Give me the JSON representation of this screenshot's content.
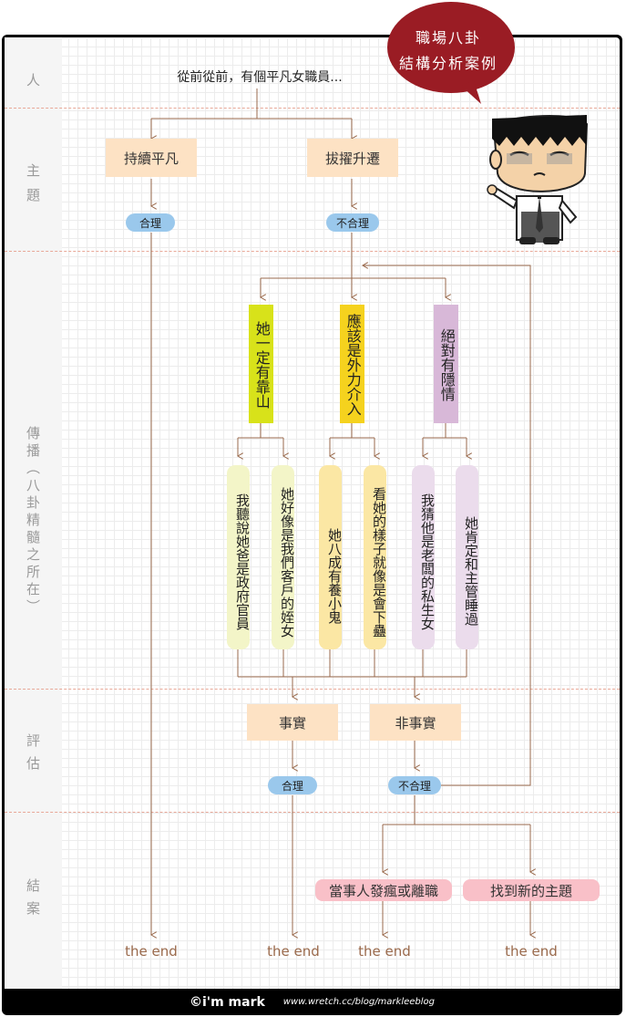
{
  "bubble": {
    "line1": "職場八卦",
    "line2": "結構分析案例"
  },
  "sections": {
    "person": "人",
    "topic": [
      "主",
      "題"
    ],
    "spread": [
      "傳",
      "播",
      "︵",
      "八",
      "卦",
      "精",
      "髓",
      "之",
      "所",
      "在",
      "︶"
    ],
    "evaluate": [
      "評",
      "估"
    ],
    "conclude": [
      "結",
      "案"
    ]
  },
  "intro": "從前從前，有個平凡女職員...",
  "topics": {
    "left": "持續平凡",
    "right": "拔擢升遷"
  },
  "verdicts": {
    "reasonable": "合理",
    "unreasonable": "不合理"
  },
  "hypotheses": [
    "她一定有靠山",
    "應該是外力介入",
    "絕對有隱情"
  ],
  "rumors": [
    "我聽說她爸是政府官員",
    "她好像是我們客戶的姪女",
    "她八成有養小鬼",
    "看她的樣子就像是會下蠱",
    "我猜他是老闆的私生女",
    "她肯定和主管睡過"
  ],
  "evaluation": {
    "fact": "事實",
    "nonfact": "非事實"
  },
  "endings": {
    "left": "當事人發瘋或離職",
    "right": "找到新的主題"
  },
  "the_end": "the end",
  "footer": {
    "logo": "©i'm mark",
    "url": "www.wretch.cc/blog/markleeblog"
  },
  "colors": {
    "peach": "#fde2c4",
    "blue_pill": "#9ac8ec",
    "lime": "#d8e21a",
    "gold": "#f5d21e",
    "lilac": "#d8b8d8",
    "pale_yellow": "#f3f5c8",
    "pale_gold": "#fbe7a4",
    "pale_lilac": "#ebdcec",
    "pink": "#f9c0c8",
    "line": "#9a6a4c",
    "bubble": "#9a1c24"
  }
}
